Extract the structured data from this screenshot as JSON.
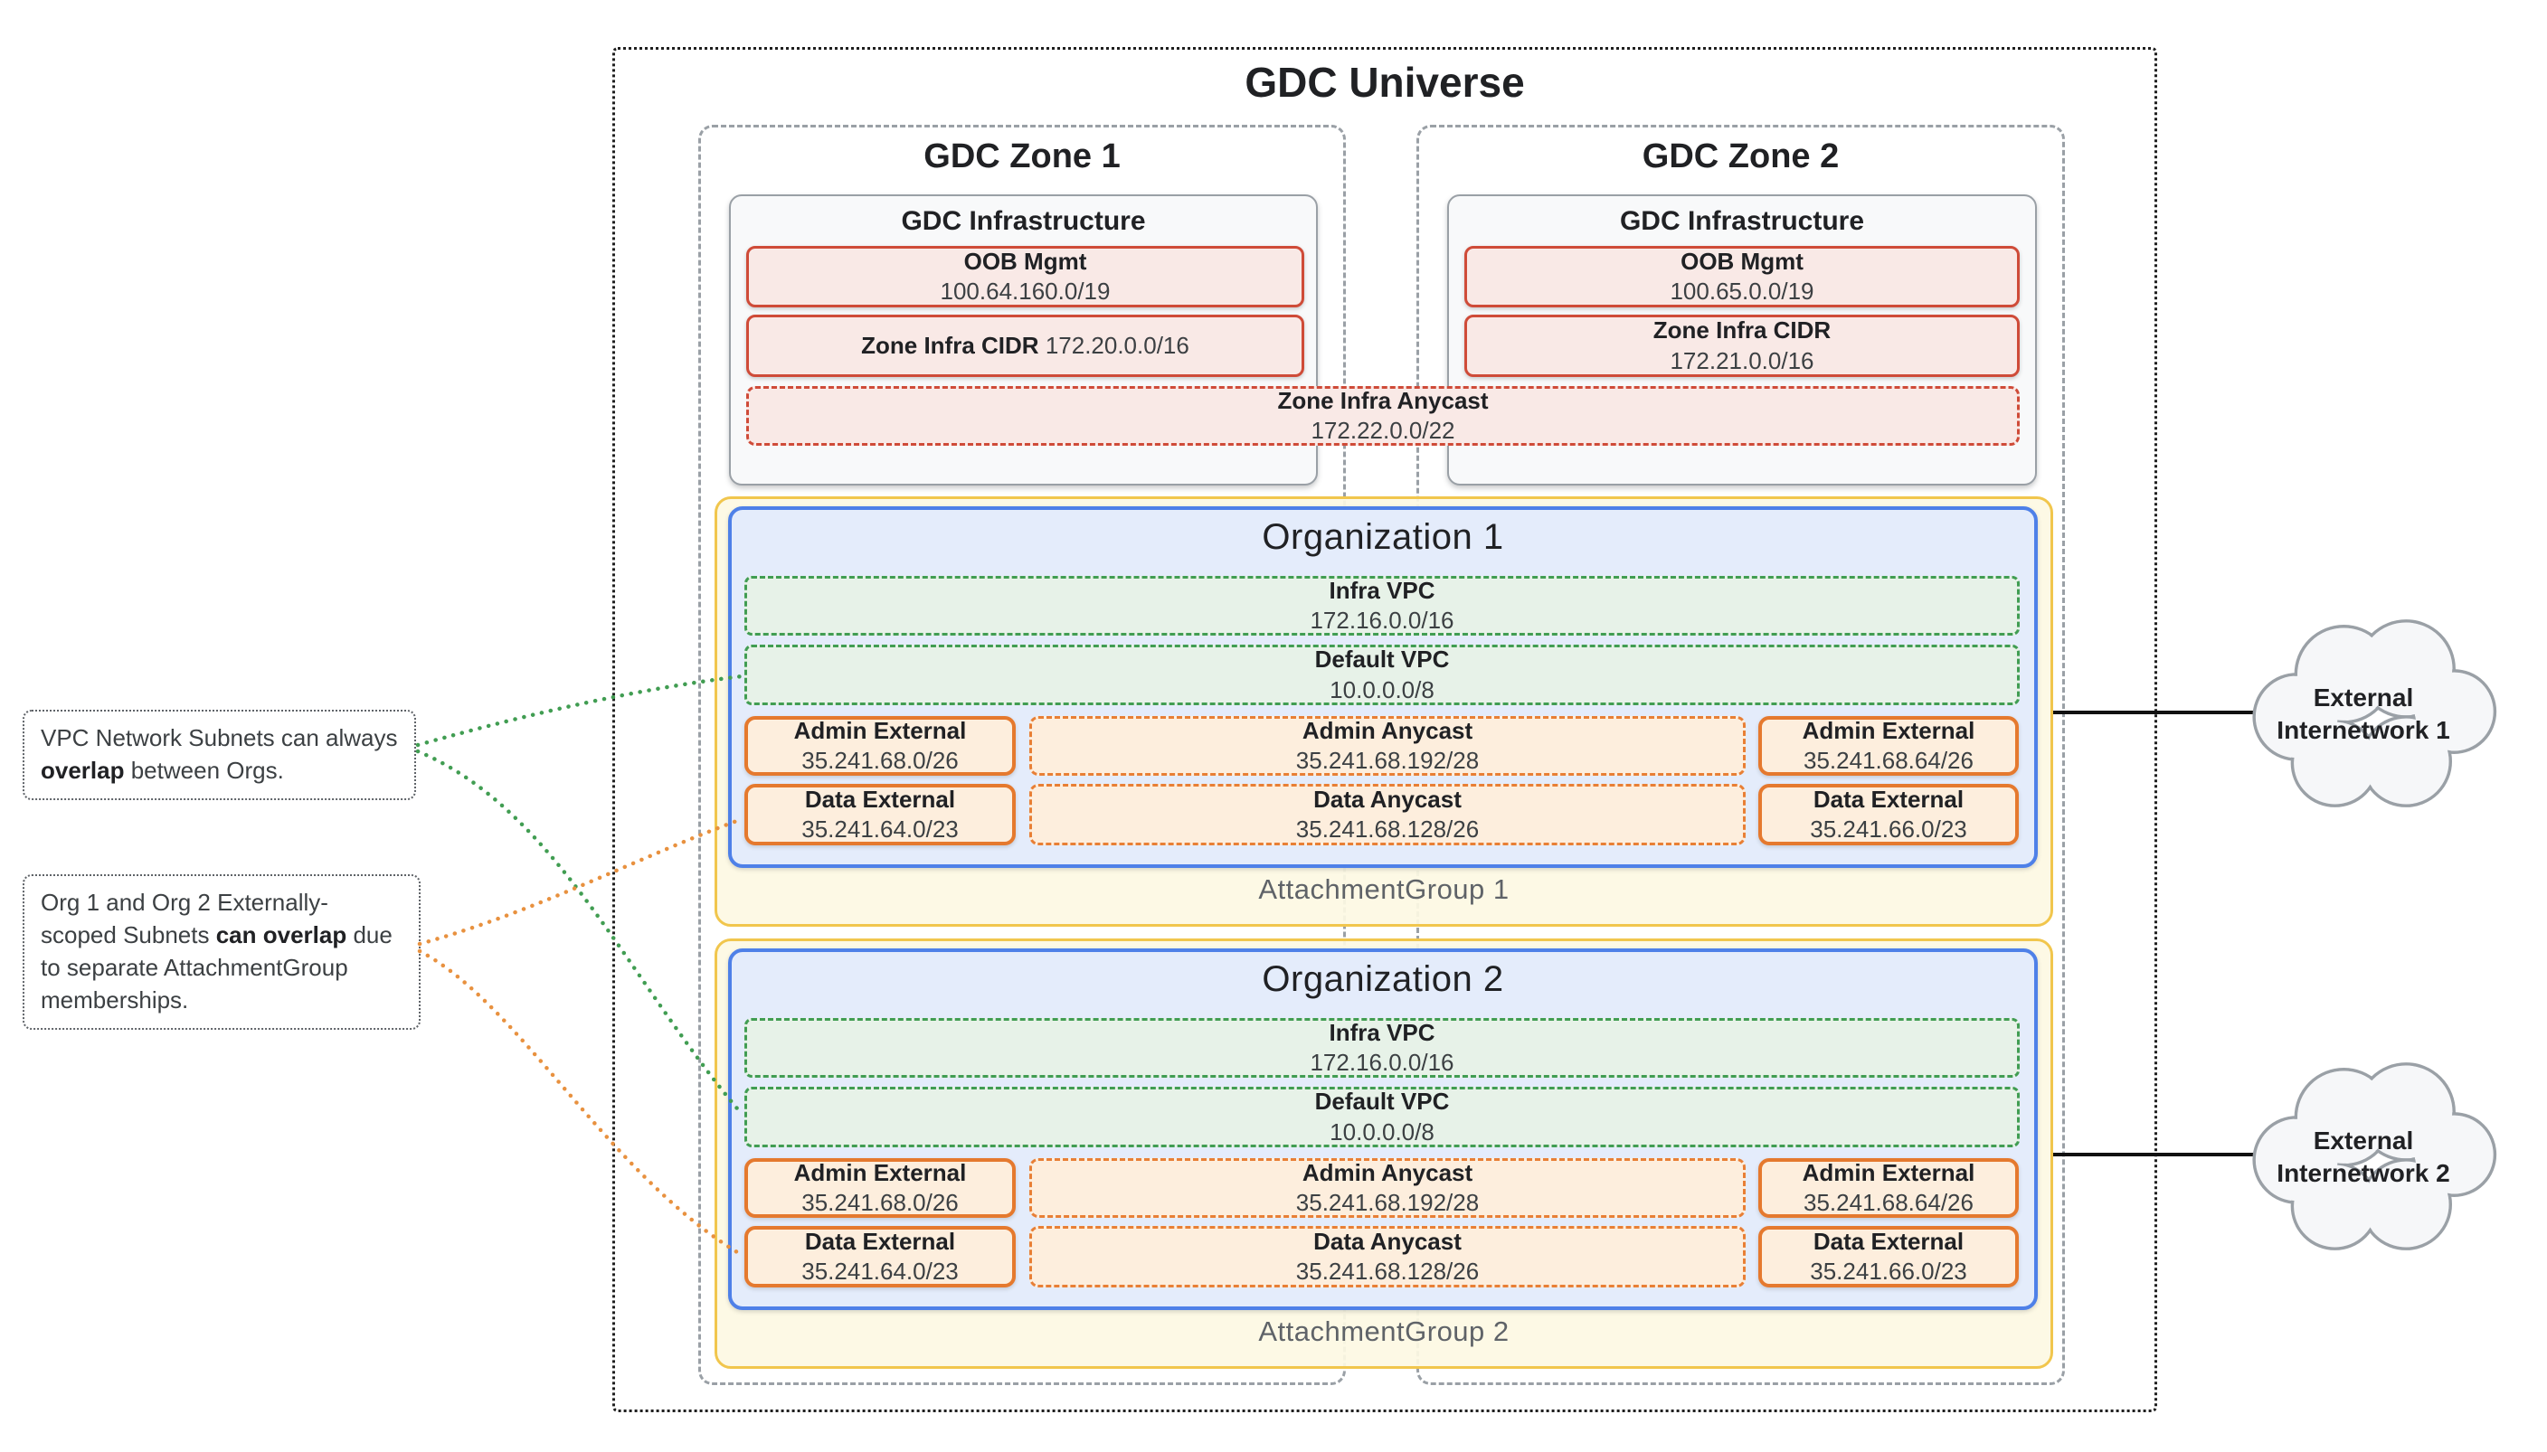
{
  "universe": {
    "title": "GDC Universe"
  },
  "zones": [
    {
      "title": "GDC Zone 1",
      "infra": {
        "title": "GDC Infrastructure",
        "oob": {
          "label": "OOB Mgmt",
          "cidr": "100.64.160.0/19"
        },
        "zone_cidr": {
          "label": "Zone Infra CIDR",
          "cidr": "172.20.0.0/16"
        }
      }
    },
    {
      "title": "GDC Zone 2",
      "infra": {
        "title": "GDC Infrastructure",
        "oob": {
          "label": "OOB Mgmt",
          "cidr": "100.65.0.0/19"
        },
        "zone_cidr": {
          "label": "Zone Infra CIDR",
          "cidr": "172.21.0.0/16"
        }
      }
    }
  ],
  "zone_infra_anycast": {
    "label": "Zone Infra Anycast",
    "cidr": "172.22.0.0/22"
  },
  "organizations": [
    {
      "title": "Organization 1",
      "attachment_group": "AttachmentGroup 1",
      "infra_vpc": {
        "label": "Infra VPC",
        "cidr": "172.16.0.0/16"
      },
      "default_vpc": {
        "label": "Default VPC",
        "cidr": "10.0.0.0/8"
      },
      "subnets": {
        "admin_external_left": {
          "label": "Admin External",
          "cidr": "35.241.68.0/26"
        },
        "admin_anycast": {
          "label": "Admin Anycast",
          "cidr": "35.241.68.192/28"
        },
        "admin_external_right": {
          "label": "Admin External",
          "cidr": "35.241.68.64/26"
        },
        "data_external_left": {
          "label": "Data External",
          "cidr": "35.241.64.0/23"
        },
        "data_anycast": {
          "label": "Data Anycast",
          "cidr": "35.241.68.128/26"
        },
        "data_external_right": {
          "label": "Data External",
          "cidr": "35.241.66.0/23"
        }
      }
    },
    {
      "title": "Organization 2",
      "attachment_group": "AttachmentGroup 2",
      "infra_vpc": {
        "label": "Infra VPC",
        "cidr": "172.16.0.0/16"
      },
      "default_vpc": {
        "label": "Default VPC",
        "cidr": "10.0.0.0/8"
      },
      "subnets": {
        "admin_external_left": {
          "label": "Admin External",
          "cidr": "35.241.68.0/26"
        },
        "admin_anycast": {
          "label": "Admin Anycast",
          "cidr": "35.241.68.192/28"
        },
        "admin_external_right": {
          "label": "Admin External",
          "cidr": "35.241.68.64/26"
        },
        "data_external_left": {
          "label": "Data External",
          "cidr": "35.241.64.0/23"
        },
        "data_anycast": {
          "label": "Data Anycast",
          "cidr": "35.241.68.128/26"
        },
        "data_external_right": {
          "label": "Data External",
          "cidr": "35.241.66.0/23"
        }
      }
    }
  ],
  "annotations": [
    {
      "text_before": "VPC Network Subnets can always ",
      "bold": "overlap",
      "text_after": " between Orgs."
    },
    {
      "text_before": "Org 1 and Org 2 Externally-scoped Subnets ",
      "bold": "can overlap",
      "text_after": " due to separate AttachmentGroup memberships."
    }
  ],
  "external_networks": [
    {
      "label": "External Internetwork 1",
      "line1": "External",
      "line2": "Internetwork 1"
    },
    {
      "label": "External Internetwork 2",
      "line1": "External",
      "line2": "Internetwork 2"
    }
  ],
  "colors": {
    "red_border": "#cf4b38",
    "red_bg": "#f9e9e6",
    "green_border": "#419d52",
    "green_bg": "#e7f2e8",
    "orange_border": "#e5792e",
    "orange_bg": "#fdeedd",
    "blue_border": "#4e80e8",
    "blue_bg": "#e4ecfb",
    "yellow_border": "#f1c64d",
    "yellow_bg": "#fdf8e3",
    "gray_border": "#9aa0a6",
    "infra_bg": "#f8f9fa",
    "cloud_bg": "#f6f7f9",
    "green_curve": "#419d52",
    "orange_curve": "#e8913f"
  }
}
